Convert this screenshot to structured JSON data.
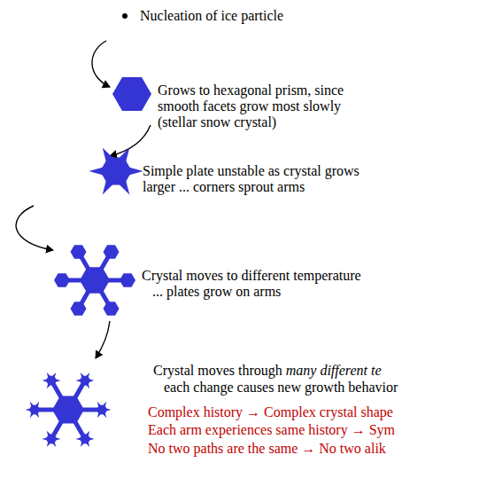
{
  "diagram": {
    "labels": [
      "Nucleation of ice particle",
      "Grows to hexagonal prism, since",
      "smooth facets grow most slowly",
      "(stellar snow crystal)",
      "Simple plate unstable as crystal grows",
      "larger ... corners sprout arms",
      "Crystal moves to different temperature",
      "... plates grow on arms",
      "Crystal moves through",
      "many different te",
      "each change causes new growth behavior",
      "Complex history → Complex crystal shape",
      "Each arm experiences same history → Sym",
      "No two paths are the same → No two alik"
    ]
  }
}
